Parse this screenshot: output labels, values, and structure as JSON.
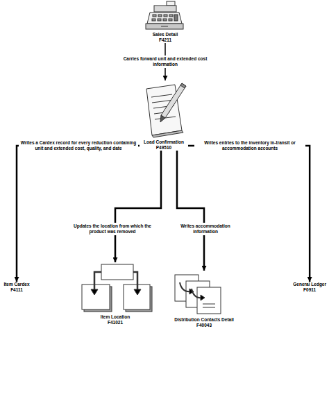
{
  "diagram": {
    "nodes": [
      {
        "text": [
          "Sales Detail",
          "F4211"
        ]
      },
      {
        "text": [
          "Load Confirmation",
          "P49510"
        ]
      },
      {
        "text": [
          "Item Cardex",
          "F4111"
        ]
      },
      {
        "text": [
          "General Ledger",
          "F0911"
        ]
      },
      {
        "text": [
          "Item Location",
          "F41021"
        ]
      },
      {
        "text": [
          "Distribution Contacts Detail",
          "F40043"
        ]
      }
    ],
    "edges": [
      {
        "from": 0,
        "to": 1,
        "arrow": "to",
        "label": "Carries forward unit and extended cost information"
      },
      {
        "from": 1,
        "to": 2,
        "arrow": "to",
        "label": "Writes a Cardex record for every reduction containing unit and extended cost, quality, and date"
      },
      {
        "from": 1,
        "to": 3,
        "arrow": "to",
        "label": "Writes entries to the inventory in-transit or accommodation accounts"
      },
      {
        "from": 1,
        "to": 4,
        "arrow": "to",
        "label": "Updates the location from which the product was removed"
      },
      {
        "from": 1,
        "to": 5,
        "arrow": "to",
        "label": "Writes accommodation information"
      }
    ]
  }
}
